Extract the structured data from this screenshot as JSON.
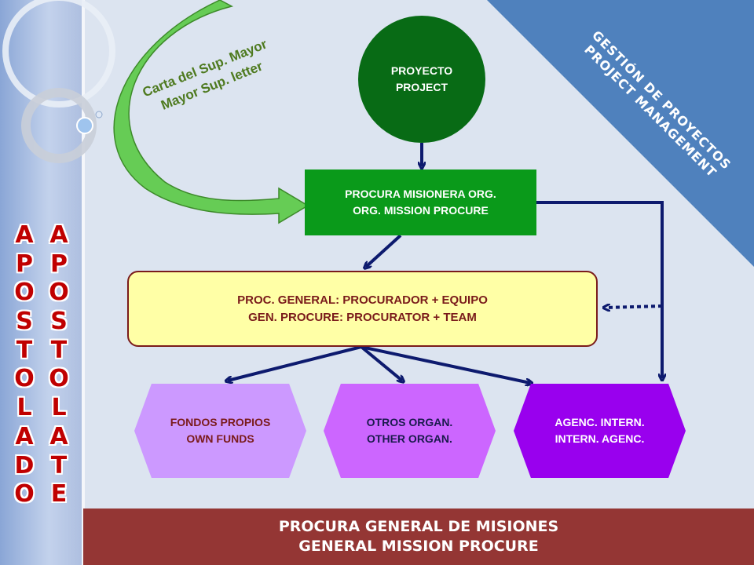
{
  "side_words": {
    "left": [
      "A",
      "P",
      "O",
      "S",
      "T",
      "O",
      "L",
      "A",
      "D",
      "O"
    ],
    "right": [
      "A",
      "P",
      "O",
      "S",
      "T",
      "O",
      "L",
      "A",
      "T",
      "E"
    ]
  },
  "corner_banner": {
    "line1": "GESTIÓN DE PROYECTOS",
    "line2": "PROJECT MANAGEMENT"
  },
  "nodes": {
    "proyecto": {
      "line1": "PROYECTO",
      "line2": "PROJECT"
    },
    "procura_org": {
      "line1": "PROCURA MISIONERA ORG.",
      "line2": "ORG. MISSION PROCURE"
    },
    "proc_general": {
      "line1": "PROC. GENERAL:  PROCURADOR  + EQUIPO",
      "line2": "GEN. PROCURE:  PROCURATOR  + TEAM"
    },
    "fondos": {
      "line1": "FONDOS PROPIOS",
      "line2": "OWN FUNDS"
    },
    "otros": {
      "line1": "OTROS ORGAN.",
      "line2": "OTHER ORGAN."
    },
    "agenc": {
      "line1": "AGENC. INTERN.",
      "line2": "INTERN. AGENC."
    }
  },
  "letter_arrow": {
    "line1": "Carta del Sup. Mayor",
    "line2": "Mayor Sup. letter"
  },
  "footer": {
    "line1": "PROCURA GENERAL DE MISIONES",
    "line2": "GENERAL MISSION PROCURE"
  },
  "colors": {
    "arrow": "#0d1a6e",
    "footer": "#943634",
    "banner": "#4f81bd",
    "letter_arrow": "#66cc55"
  }
}
